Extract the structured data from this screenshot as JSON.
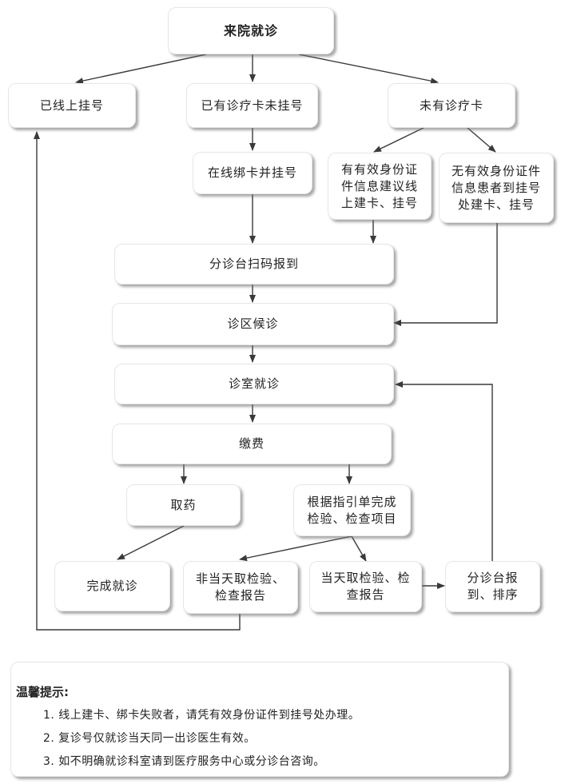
{
  "nodes": {
    "arrive": "来院就诊",
    "online_registered": "已线上挂号",
    "has_card_unregistered": "已有诊疗卡未挂号",
    "no_card": "未有诊疗卡",
    "bind_online": "在线绑卡并挂号",
    "with_id_line1": "有有效身份证",
    "with_id_line2": "件信息建议线",
    "with_id_line3": "上建卡、挂号",
    "without_id_line1": "无有效身份证件",
    "without_id_line2": "信息患者到挂号",
    "without_id_line3": "处建卡、挂号",
    "scan_checkin": "分诊台扫码报到",
    "wait_area": "诊区候诊",
    "consult_room": "诊室就诊",
    "payment": "缴费",
    "get_medicine": "取药",
    "exam_line1": "根据指引单完成",
    "exam_line2": "检验、检查项目",
    "complete": "完成就诊",
    "not_same_day_line1": "非当天取检验、",
    "not_same_day_line2": "检查报告",
    "same_day_line1": "当天取检验、检",
    "same_day_line2": "查报告",
    "triage_line1": "分诊台报",
    "triage_line2": "到、排序"
  },
  "tips": {
    "title": "温馨提示:",
    "items": [
      "1. 线上建卡、绑卡失败者，请凭有效身份证件到挂号处办理。",
      "2. 复诊号仅就诊当天同一出诊医生有效。",
      "3. 如不明确就诊科室请到医疗服务中心或分诊台咨询。"
    ]
  },
  "colors": {
    "line": "#3a3a3a",
    "shadow": "#6e6e6e"
  }
}
